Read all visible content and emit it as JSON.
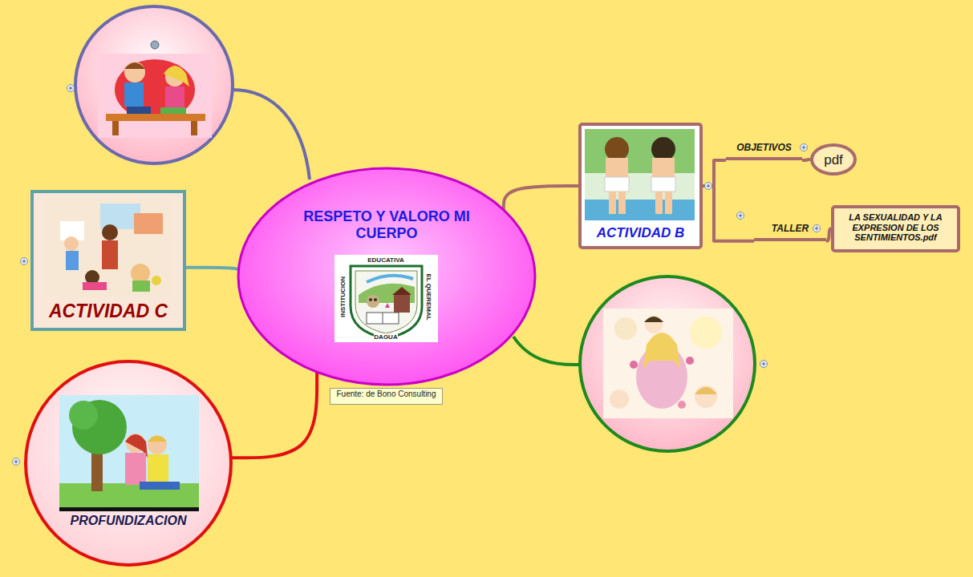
{
  "diagram": {
    "nodes": [
      {
        "text": [
          "RESPETO Y VALORO MI CUERPO"
        ]
      },
      {
        "text": [
          "Fuente: de Bono Consulting"
        ]
      },
      {
        "text": [
          "ACTIVIDAD C"
        ]
      },
      {
        "text": [
          "PROFUNDIZACION"
        ]
      },
      {
        "text": [
          "ACTIVIDAD B"
        ]
      },
      {
        "text": [
          "OBJETIVOS"
        ]
      },
      {
        "text": [
          "pdf"
        ]
      },
      {
        "text": [
          "TALLER"
        ]
      },
      {
        "text": [
          "LA SEXUALIDAD Y LA EXPRESION DE LOS SENTIMIENTOS.pdf"
        ]
      }
    ],
    "edges": [
      {
        "from": 0,
        "to": 2,
        "arrow": "none"
      },
      {
        "from": 0,
        "to": 3,
        "arrow": "none"
      },
      {
        "from": 0,
        "to": 4,
        "arrow": "none"
      },
      {
        "from": 4,
        "to": 5,
        "arrow": "none"
      },
      {
        "from": 5,
        "to": 6,
        "arrow": "none"
      },
      {
        "from": 4,
        "to": 7,
        "arrow": "none"
      },
      {
        "from": 7,
        "to": 8,
        "arrow": "none"
      }
    ],
    "labels": [
      "EDUCATIVA",
      "INSTITUCION",
      "EL QUEREMAL",
      "DAGUA"
    ]
  }
}
